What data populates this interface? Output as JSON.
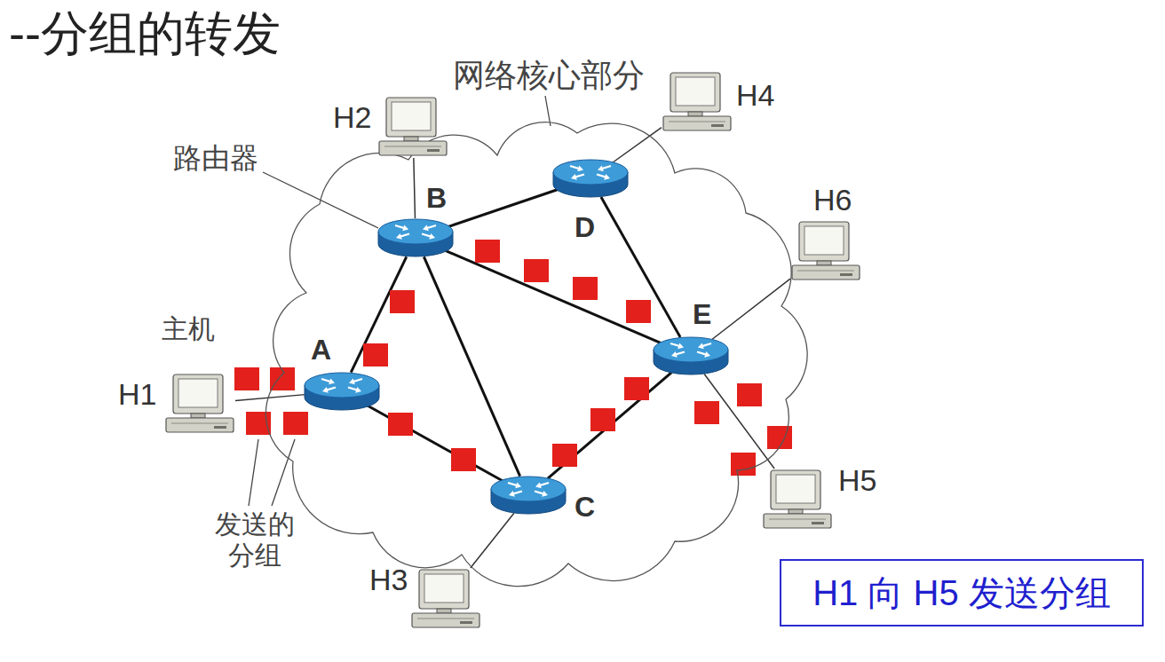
{
  "diagram": {
    "title": "--分组的转发",
    "nodes": [
      {
        "text": [
          "网络核心部分"
        ]
      },
      {
        "text": [
          "A"
        ],
        "in": 0
      },
      {
        "text": [
          "B"
        ],
        "in": 0
      },
      {
        "text": [
          "C"
        ],
        "in": 0
      },
      {
        "text": [
          "D"
        ],
        "in": 0
      },
      {
        "text": [
          "E"
        ],
        "in": 0
      },
      {
        "text": [
          "H1"
        ]
      },
      {
        "text": [
          "H2"
        ]
      },
      {
        "text": [
          "H3"
        ]
      },
      {
        "text": [
          "H4"
        ]
      },
      {
        "text": [
          "H5"
        ]
      },
      {
        "text": [
          "H6"
        ]
      },
      {
        "text": [
          "H1 向 H5 发送分组"
        ]
      }
    ],
    "edges": [
      {
        "from": 1,
        "to": 2,
        "arrow": "none"
      },
      {
        "from": 1,
        "to": 3,
        "arrow": "none"
      },
      {
        "from": 2,
        "to": 3,
        "arrow": "none"
      },
      {
        "from": 2,
        "to": 4,
        "arrow": "none"
      },
      {
        "from": 2,
        "to": 5,
        "arrow": "none"
      },
      {
        "from": 4,
        "to": 5,
        "arrow": "none"
      },
      {
        "from": 3,
        "to": 5,
        "arrow": "none"
      },
      {
        "from": 6,
        "to": 1,
        "arrow": "none"
      },
      {
        "from": 7,
        "to": 2,
        "arrow": "none"
      },
      {
        "from": 8,
        "to": 3,
        "arrow": "none"
      },
      {
        "from": 9,
        "to": 4,
        "arrow": "none"
      },
      {
        "from": 10,
        "to": 5,
        "arrow": "none"
      },
      {
        "from": 11,
        "to": 5,
        "arrow": "none"
      }
    ],
    "labels": [
      "路由器",
      "主机",
      "发送的 分组"
    ]
  }
}
